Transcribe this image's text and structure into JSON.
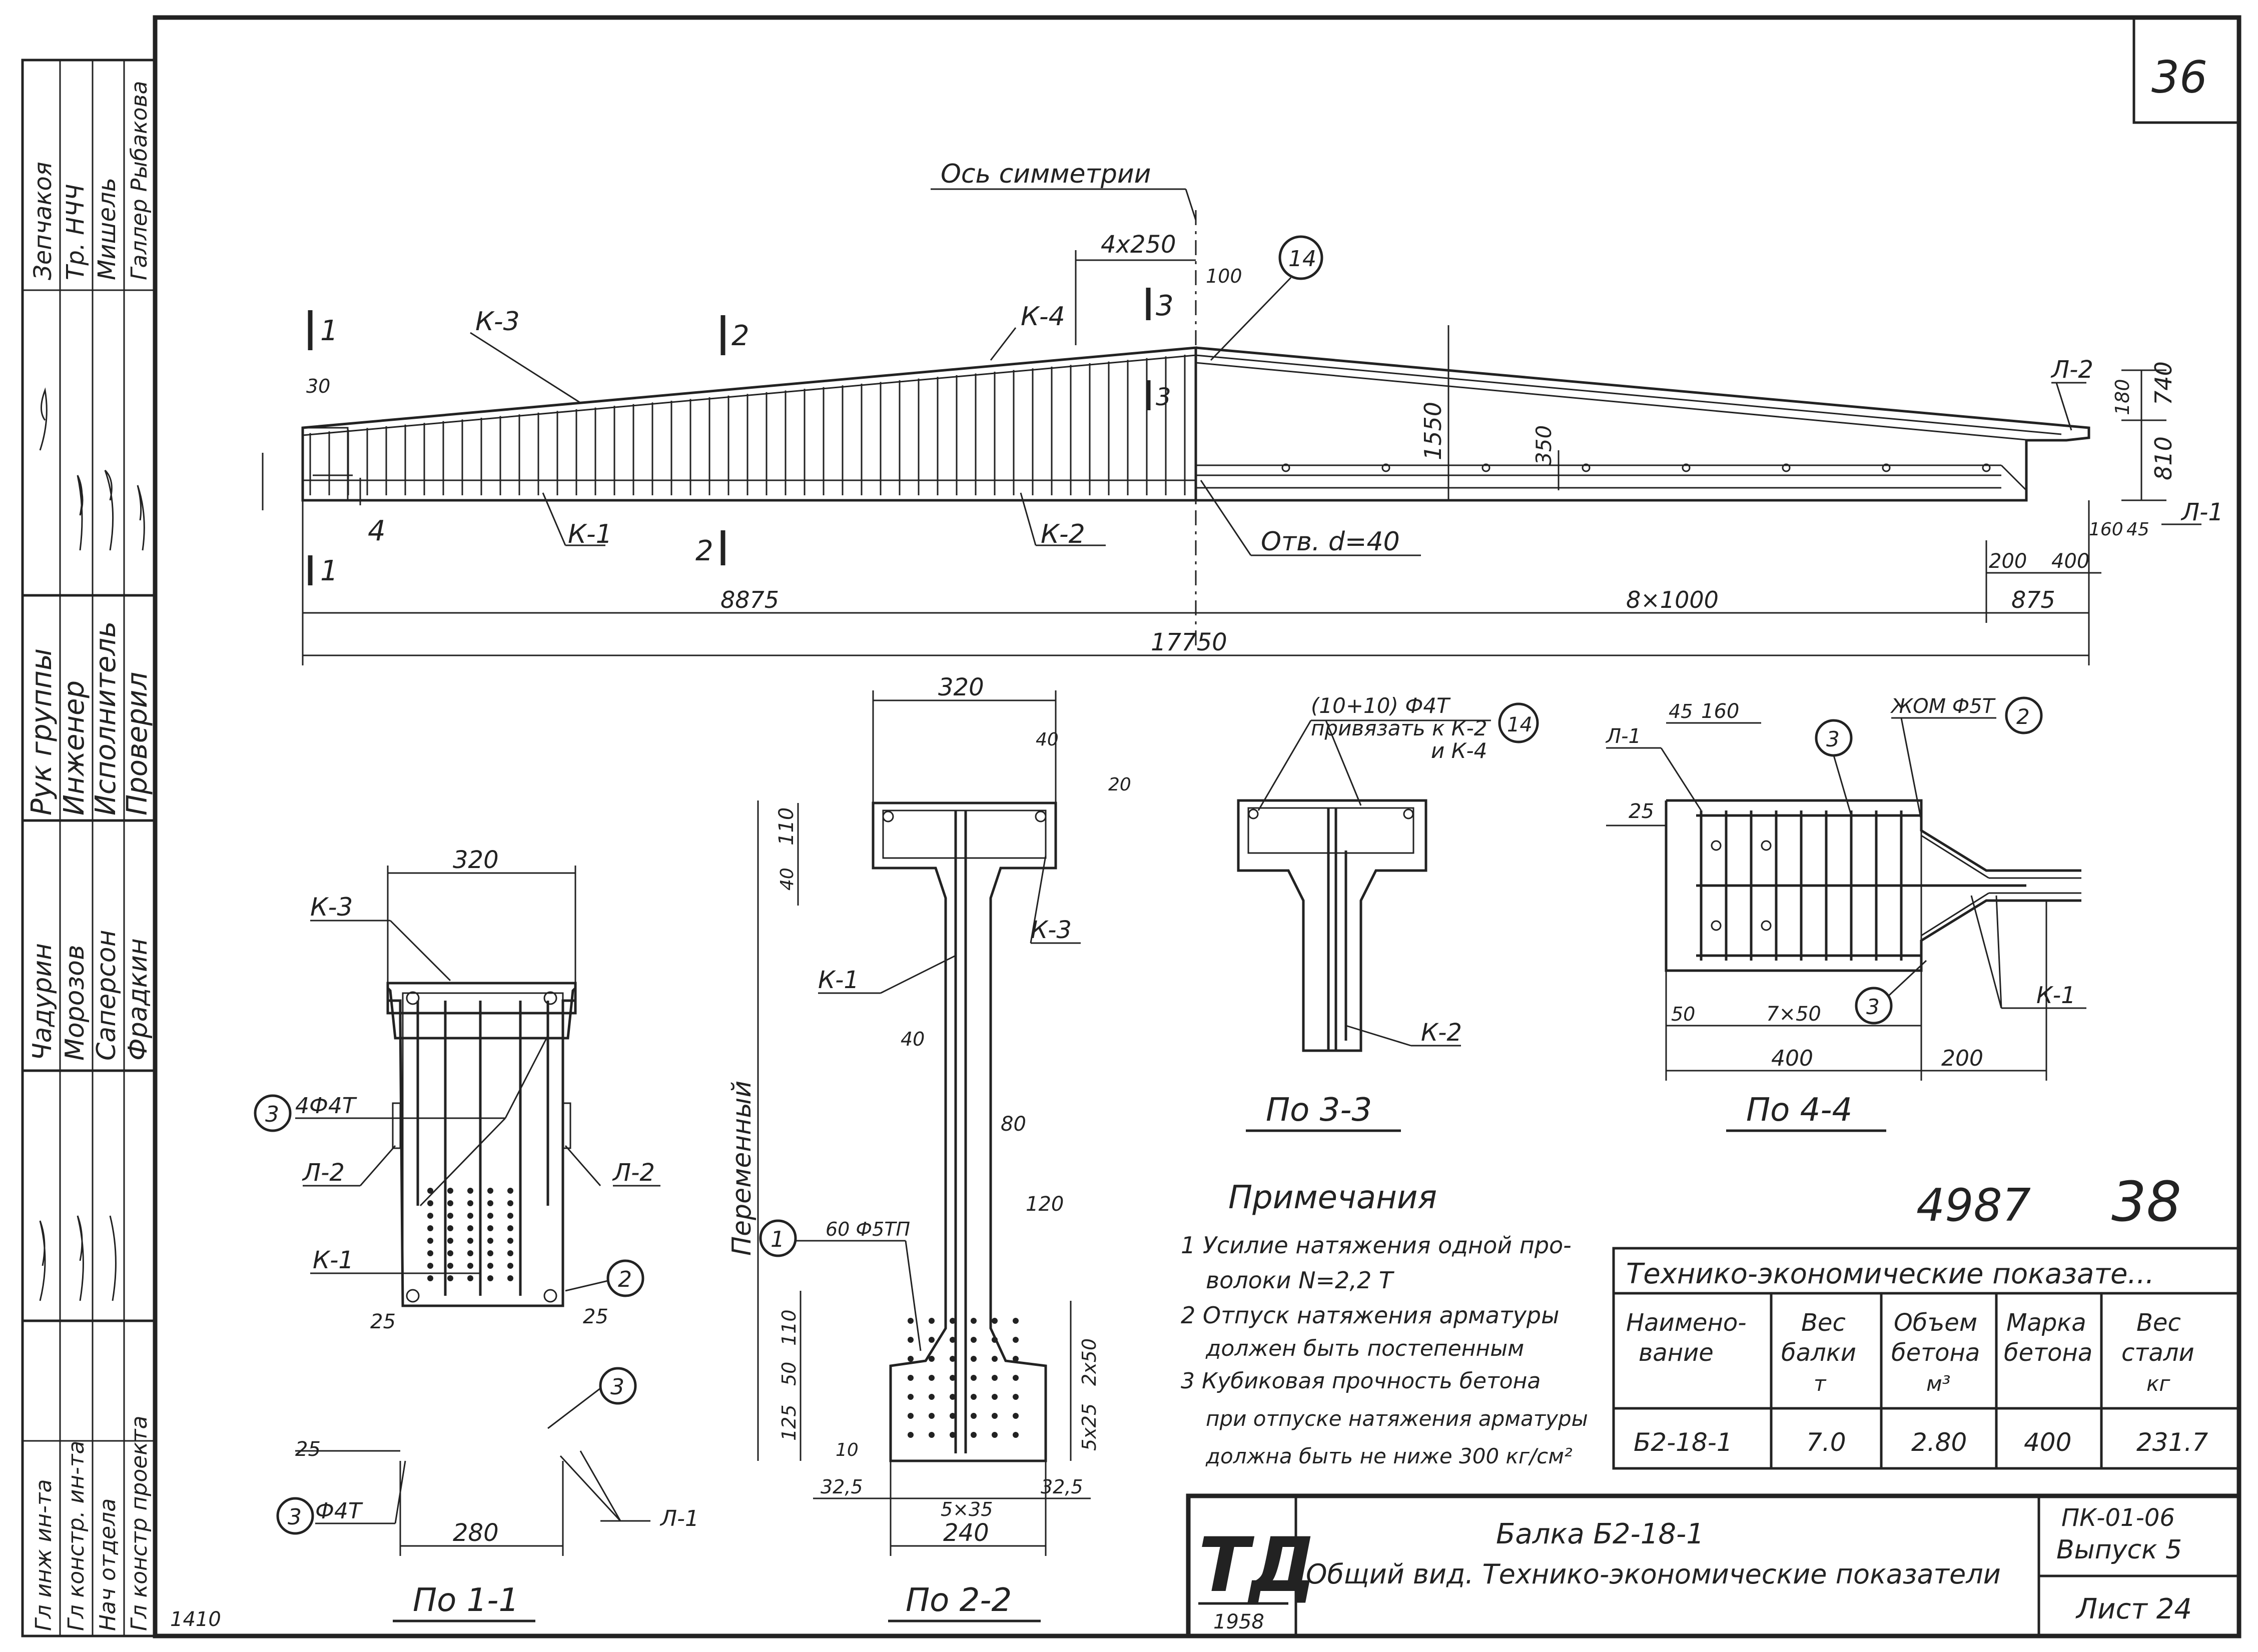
{
  "sheet": {
    "number": "36",
    "inventory": "4987",
    "page_no": "38",
    "corner_note": "1410"
  },
  "stamp_left": {
    "top_names": [
      "Зепчакоя",
      "Тр. НЧЧ",
      "Мишель",
      "Галлер Рыбакова"
    ],
    "roles": [
      "Рук группы",
      "Инженер",
      "Исполнитель",
      "Проверил"
    ],
    "role_names": [
      "Чадурин",
      "Морозов",
      "Саперсон",
      "Фрадкин"
    ],
    "bottom_roles": [
      "Гл инж ин-та",
      "Гл констр. ин-та",
      "Нач отдела",
      "Гл констр проекта"
    ]
  },
  "elevation": {
    "axis_label": "Ось симметрии",
    "labels": {
      "k3": "К-3",
      "k4": "К-4",
      "k1": "К-1",
      "k2": "К-2",
      "l2": "Л-2",
      "l1": "Л-1",
      "hole": "Отв. d=40",
      "c14": "14",
      "sec1": "1",
      "sec2": "2",
      "sec3": "3",
      "sec4": "4"
    },
    "dims": {
      "d4x250": "4x250",
      "d100": "100",
      "d30": "30",
      "d1550": "1550",
      "d350": "350",
      "d180": "180",
      "d740": "740",
      "d810": "810",
      "d160": "160",
      "d45": "45",
      "d200": "200",
      "d400": "400",
      "d8875": "8875",
      "d8x1000": "8×1000",
      "d875": "875",
      "d17750": "17750"
    }
  },
  "section_1_1": {
    "title": "По 1-1",
    "labels": {
      "k3": "К-3",
      "c3a": "3",
      "bar": "4Ф4Т",
      "l2a": "Л-2",
      "l2b": "Л-2",
      "k1": "К-1",
      "c2": "2",
      "c3b": "3",
      "c3c": "3",
      "bar2": "Ф4Т",
      "l1": "Л-1"
    },
    "dims": {
      "w320": "320",
      "d25a": "25",
      "d25b": "25",
      "d25c": "25",
      "w280": "280"
    }
  },
  "section_2_2": {
    "title": "По 2-2",
    "labels": {
      "k3": "К-3",
      "k1": "К-1",
      "variable": "Переменный",
      "c1": "1",
      "wire": "60 Ф5ТП"
    },
    "dims": {
      "w320": "320",
      "d40a": "40",
      "d20": "20",
      "d110a": "110",
      "d40b": "40",
      "d40c": "40",
      "d80": "80",
      "d120": "120",
      "d110b": "110",
      "d50": "50",
      "d125": "125",
      "d2x50": "2х50",
      "d5x25": "5х25",
      "d10": "10",
      "d32a": "32,5",
      "d5x35": "5×35",
      "d32b": "32,5",
      "w240": "240"
    }
  },
  "section_3_3": {
    "title": "По 3-3",
    "labels": {
      "bars": "(10+10) Ф4Т",
      "tie": "привязать к К-2",
      "tie2": "и К-4",
      "c14": "14",
      "k2": "К-2"
    }
  },
  "section_4_4": {
    "title": "По 4-4",
    "labels": {
      "l1": "Л-1",
      "c3a": "3",
      "spiral": "ЖОМ Ф5Т",
      "c2": "2",
      "c3b": "3",
      "k1": "К-1"
    },
    "dims": {
      "d45": "45",
      "d160": "160",
      "d25": "25",
      "d50": "50",
      "d7x50": "7×50",
      "d400": "400",
      "d200": "200"
    }
  },
  "notes": {
    "heading": "Примечания",
    "lines": [
      "1  Усилие натяжения одной про-",
      "волоки  N=2,2 Т",
      "2  Отпуск натяжения арматуры",
      "должен быть постепенным",
      "3 Кубиковая прочность     бетона",
      "при отпуске натяжения арматуры",
      "должна быть не ниже 300 кг/см²"
    ]
  },
  "tech_table": {
    "title": "Технико-экономические показате...",
    "headers": [
      [
        "Наимено-",
        "вание"
      ],
      [
        "Вес",
        "балки",
        "т"
      ],
      [
        "Объем",
        "бетона",
        "м³"
      ],
      [
        "Марка",
        "бетона"
      ],
      [
        "Вес",
        "стали",
        "кг"
      ]
    ],
    "row": [
      "Б2-18-1",
      "7.0",
      "2.80",
      "400",
      "231.7"
    ]
  },
  "title_block": {
    "logo": "ТД",
    "year": "1958",
    "title1": "Балка Б2-18-1",
    "title2": "Общий вид. Технико-экономические показатели",
    "code": "ПК-01-06",
    "issue": "Выпуск 5",
    "sheet": "Лист 24"
  }
}
